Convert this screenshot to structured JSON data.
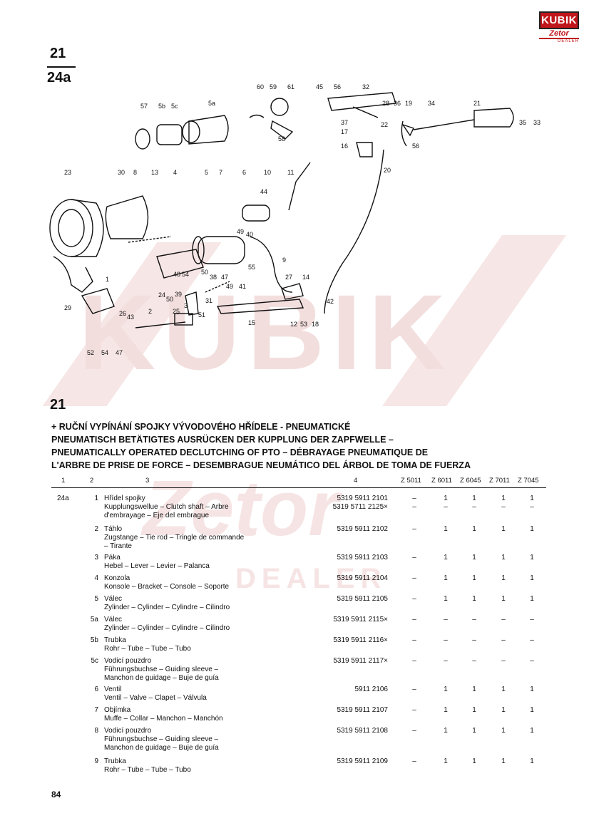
{
  "logo": {
    "main": "KUBIK",
    "sub": "Zetor",
    "dealer": "DEALER"
  },
  "section_ref": {
    "top": "21",
    "bottom": "24a"
  },
  "diagram_callouts": [
    "57",
    "5b",
    "5c",
    "5a",
    "60",
    "59",
    "61",
    "45",
    "56",
    "32",
    "28",
    "36",
    "19",
    "34",
    "21",
    "35",
    "33",
    "37",
    "22",
    "17",
    "58",
    "16",
    "56",
    "20",
    "23",
    "30",
    "8",
    "13",
    "4",
    "5",
    "7",
    "6",
    "10",
    "11",
    "44",
    "49",
    "40",
    "48",
    "54",
    "50",
    "38",
    "47",
    "55",
    "9",
    "27",
    "14",
    "1",
    "26",
    "50",
    "39",
    "24",
    "49",
    "41",
    "31",
    "3",
    "42",
    "29",
    "2",
    "43",
    "25",
    "51",
    "15",
    "12",
    "53",
    "18",
    "52",
    "54",
    "47"
  ],
  "section_number": "21",
  "heading_lines": [
    "+ RUČNÍ VYPÍNÁNÍ SPOJKY VÝVODOVÉHO HŘÍDELE - PNEUMATICKÉ",
    "PNEUMATISCH BETÄTIGTES AUSRÜCKEN DER KUPPLUNG DER ZAPFWELLE –",
    "PNEUMATICALLY OPERATED DECLUTCHING OF PTO – DÉBRAYAGE PNEUMATIQUE DE",
    "L'ARBRE DE PRISE DE FORCE – DESEMBRAGUE NEUMÁTICO DEL ÁRBOL DE TOMA DE FUERZA"
  ],
  "columns": [
    "1",
    "2",
    "3",
    "4",
    "Z 5011",
    "Z 6011",
    "Z 6045",
    "Z 7011",
    "Z 7045"
  ],
  "rows": [
    {
      "ref": "24a",
      "pos": "1",
      "desc1": "Hřídel spojky",
      "desc2": "Kupplungswellue – Clutch shaft – Arbre",
      "desc3": "d'embrayage – Eje del embrague",
      "pn1": "5319 5911 2101",
      "pn2": "5319 5711 2125×",
      "q1": [
        "–",
        "1",
        "1",
        "1",
        "1"
      ],
      "q2": [
        "–",
        "–",
        "–",
        "–",
        "–"
      ]
    },
    {
      "ref": "",
      "pos": "2",
      "desc1": "Táhlo",
      "desc2": "Zugstange – Tie rod – Tringle de commande",
      "desc3": "– Tirante",
      "pn1": "5319 5911 2102",
      "pn2": "",
      "q1": [
        "–",
        "1",
        "1",
        "1",
        "1"
      ],
      "q2": []
    },
    {
      "ref": "",
      "pos": "3",
      "desc1": "Páka",
      "desc2": "Hebel – Lever – Levier – Palanca",
      "desc3": "",
      "pn1": "5319 5911 2103",
      "pn2": "",
      "q1": [
        "–",
        "1",
        "1",
        "1",
        "1"
      ],
      "q2": []
    },
    {
      "ref": "",
      "pos": "4",
      "desc1": "Konzola",
      "desc2": "Konsole – Bracket – Console – Soporte",
      "desc3": "",
      "pn1": "5319 5911 2104",
      "pn2": "",
      "q1": [
        "–",
        "1",
        "1",
        "1",
        "1"
      ],
      "q2": []
    },
    {
      "ref": "",
      "pos": "5",
      "desc1": "Válec",
      "desc2": "Zylinder – Cylinder – Cylindre – Cilindro",
      "desc3": "",
      "pn1": "5319 5911 2105",
      "pn2": "",
      "q1": [
        "–",
        "1",
        "1",
        "1",
        "1"
      ],
      "q2": []
    },
    {
      "ref": "",
      "pos": "5a",
      "desc1": "Válec",
      "desc2": "Zylinder – Cylinder – Cylindre – Cilindro",
      "desc3": "",
      "pn1": "5319 5911 2115×",
      "pn2": "",
      "q1": [
        "–",
        "–",
        "–",
        "–",
        "–"
      ],
      "q2": []
    },
    {
      "ref": "",
      "pos": "5b",
      "desc1": "Trubka",
      "desc2": "Rohr – Tube – Tube – Tubo",
      "desc3": "",
      "pn1": "5319 5911 2116×",
      "pn2": "",
      "q1": [
        "–",
        "–",
        "–",
        "–",
        "–"
      ],
      "q2": []
    },
    {
      "ref": "",
      "pos": "5c",
      "desc1": "Vodicí pouzdro",
      "desc2": "Führungsbuchse – Guiding sleeve –",
      "desc3": "Manchon de guidage – Buje de guía",
      "pn1": "5319 5911 2117×",
      "pn2": "",
      "q1": [
        "–",
        "–",
        "–",
        "–",
        "–"
      ],
      "q2": []
    },
    {
      "ref": "",
      "pos": "6",
      "desc1": "Ventil",
      "desc2": "Ventil – Valve – Clapet – Válvula",
      "desc3": "",
      "pn1": "5911 2106",
      "pn2": "",
      "q1": [
        "–",
        "1",
        "1",
        "1",
        "1"
      ],
      "q2": []
    },
    {
      "ref": "",
      "pos": "7",
      "desc1": "Objímka",
      "desc2": "Muffe – Collar – Manchon – Manchón",
      "desc3": "",
      "pn1": "5319 5911 2107",
      "pn2": "",
      "q1": [
        "–",
        "1",
        "1",
        "1",
        "1"
      ],
      "q2": []
    },
    {
      "ref": "",
      "pos": "8",
      "desc1": "Vodicí pouzdro",
      "desc2": "Führungsbuchse – Guiding sleeve –",
      "desc3": "Manchon de guidage – Buje de guía",
      "pn1": "5319 5911 2108",
      "pn2": "",
      "q1": [
        "–",
        "1",
        "1",
        "1",
        "1"
      ],
      "q2": []
    },
    {
      "ref": "",
      "pos": "9",
      "desc1": "Trubka",
      "desc2": "Rohr – Tube – Tube – Tubo",
      "desc3": "",
      "pn1": "5319 5911 2109",
      "pn2": "",
      "q1": [
        "–",
        "1",
        "1",
        "1",
        "1"
      ],
      "q2": []
    }
  ],
  "page_number": "84"
}
